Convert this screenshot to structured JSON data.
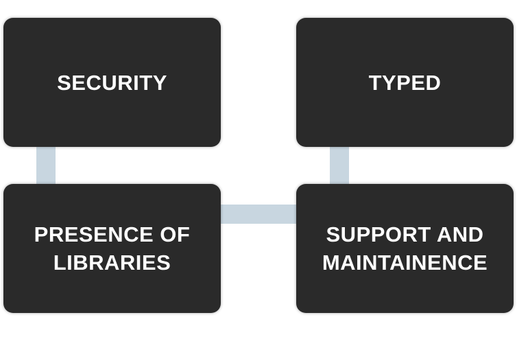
{
  "diagram": {
    "nodes": [
      {
        "id": "security",
        "label": "SECURITY"
      },
      {
        "id": "typed",
        "label": "TYPED"
      },
      {
        "id": "libraries",
        "label": "PRESENCE OF\nLIBRARIES"
      },
      {
        "id": "support",
        "label": "SUPPORT AND\nMAINTAINENCE"
      }
    ],
    "edges": [
      {
        "from": "security",
        "to": "libraries"
      },
      {
        "from": "libraries",
        "to": "support"
      },
      {
        "from": "typed",
        "to": "support"
      }
    ],
    "colors": {
      "box": "#2a2a2a",
      "text": "#ffffff",
      "connector": "#c8d6e0",
      "background": "#ffffff"
    }
  }
}
